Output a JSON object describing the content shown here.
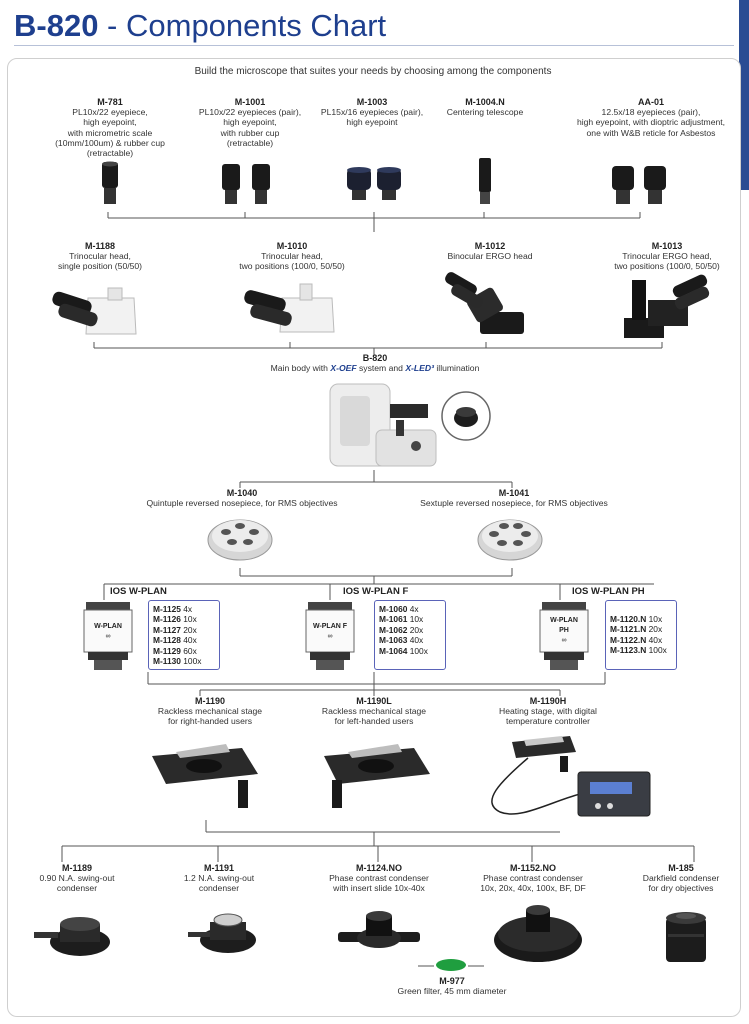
{
  "title": {
    "code": "B-820",
    "rest": " - Components Chart"
  },
  "subtitle": "Build the microscope that suites your needs by choosing among the components",
  "eyepieces": [
    {
      "code": "M-781",
      "lines": [
        "PL10x/22 eyepiece,",
        "high eyepoint,",
        "with micrometric scale",
        "(10mm/100um) & rubber cup",
        "(retractable)"
      ]
    },
    {
      "code": "M-1001",
      "lines": [
        "PL10x/22 eyepieces (pair),",
        "high eyepoint,",
        "with rubber cup",
        "(retractable)"
      ]
    },
    {
      "code": "M-1003",
      "lines": [
        "PL15x/16 eyepieces (pair),",
        "high eyepoint"
      ]
    },
    {
      "code": "M-1004.N",
      "lines": [
        "Centering telescope"
      ]
    },
    {
      "code": "AA-01",
      "lines": [
        "12.5x/18 eyepieces (pair),",
        "high eyepoint, with dioptric adjustment,",
        "one with W&B reticle for Asbestos"
      ]
    }
  ],
  "heads": [
    {
      "code": "M-1188",
      "lines": [
        "Trinocular head,",
        "single position (50/50)"
      ]
    },
    {
      "code": "M-1010",
      "lines": [
        "Trinocular head,",
        "two positions (100/0, 50/50)"
      ]
    },
    {
      "code": "M-1012",
      "lines": [
        "Binocular ERGO head"
      ]
    },
    {
      "code": "M-1013",
      "lines": [
        "Trinocular ERGO head,",
        "two positions (100/0, 50/50)"
      ]
    }
  ],
  "body": {
    "code": "B-820",
    "pre": "Main body with ",
    "xoef": "X-OEF",
    "mid": " system and ",
    "xled": "X-LED³",
    "post": " illumination"
  },
  "nosepieces": [
    {
      "code": "M-1040",
      "lines": [
        "Quintuple reversed nosepiece, for RMS objectives"
      ]
    },
    {
      "code": "M-1041",
      "lines": [
        "Sextuple reversed nosepiece, for RMS objectives"
      ]
    }
  ],
  "objectives": [
    {
      "title": "IOS W-PLAN",
      "label": [
        "W-PLAN",
        "∞"
      ],
      "items": [
        {
          "code": "M-1125",
          "mag": "4x"
        },
        {
          "code": "M-1126",
          "mag": "10x"
        },
        {
          "code": "M-1127",
          "mag": "20x"
        },
        {
          "code": "M-1128",
          "mag": "40x"
        },
        {
          "code": "M-1129",
          "mag": "60x"
        },
        {
          "code": "M-1130",
          "mag": "100x"
        }
      ]
    },
    {
      "title": "IOS W-PLAN F",
      "label": [
        "W-PLAN F",
        "∞"
      ],
      "items": [
        {
          "code": "M-1060",
          "mag": "4x"
        },
        {
          "code": "M-1061",
          "mag": "10x"
        },
        {
          "code": "M-1062",
          "mag": "20x"
        },
        {
          "code": "M-1063",
          "mag": "40x"
        },
        {
          "code": "M-1064",
          "mag": "100x"
        }
      ]
    },
    {
      "title": "IOS W-PLAN PH",
      "label": [
        "W-PLAN",
        "PH",
        "∞"
      ],
      "items": [
        {
          "code": "M-1120.N",
          "mag": "10x"
        },
        {
          "code": "M-1121.N",
          "mag": "20x"
        },
        {
          "code": "M-1122.N",
          "mag": "40x"
        },
        {
          "code": "M-1123.N",
          "mag": "100x"
        }
      ]
    }
  ],
  "stages": [
    {
      "code": "M-1190",
      "lines": [
        "Rackless mechanical stage",
        "for right-handed users"
      ]
    },
    {
      "code": "M-1190L",
      "lines": [
        "Rackless mechanical stage",
        "for left-handed users"
      ]
    },
    {
      "code": "M-1190H",
      "lines": [
        "Heating stage, with digital",
        "temperature controller"
      ]
    }
  ],
  "condensers": [
    {
      "code": "M-1189",
      "lines": [
        "0.90 N.A. swing-out",
        "condenser"
      ]
    },
    {
      "code": "M-1191",
      "lines": [
        "1.2 N.A. swing-out",
        "condenser"
      ]
    },
    {
      "code": "M-1124.NO",
      "lines": [
        "Phase contrast condenser",
        "with insert slide 10x-40x"
      ]
    },
    {
      "code": "M-1152.NO",
      "lines": [
        "Phase contrast condenser",
        "10x, 20x, 40x, 100x, BF, DF"
      ]
    },
    {
      "code": "M-185",
      "lines": [
        "Darkfield condenser",
        "for dry objectives"
      ]
    }
  ],
  "filter": {
    "code": "M-977",
    "lines": [
      "Green filter, 45 mm diameter"
    ]
  },
  "colors": {
    "brand": "#1e3f8e",
    "box_border": "#5a63b8",
    "filter_green": "#1f9e3f"
  }
}
